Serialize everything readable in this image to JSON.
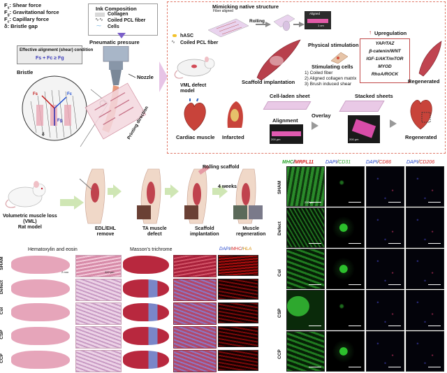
{
  "top_left": {
    "legend": [
      {
        "sym": "F",
        "sub": "s",
        "text": ": Shear force"
      },
      {
        "sym": "F",
        "sub": "g",
        "text": ": Gravitational force"
      },
      {
        "sym": "F",
        "sub": "c",
        "text": ": Capillary force"
      },
      {
        "sym": "δ",
        "sub": "",
        "text": ": Bristle gap"
      }
    ],
    "alignment_box_title": "Effective alignment (shear) condition",
    "alignment_formula": "Fs + Fc ≥ Fg",
    "bristle_label": "Bristle",
    "ink_title": "Ink Composition",
    "ink_items": [
      "Collagen",
      "Coiled PCL fiber",
      "Cells"
    ],
    "pneumatic": "Pneumatic pressure",
    "nozzle": "Nozzle",
    "printing_direction": "Printing direction",
    "zoom_labels": {
      "fs": "Fs",
      "fc": "Fc",
      "fg": "Fg",
      "delta": "δ"
    }
  },
  "top_right": {
    "mimicking": "Mimicking native structure",
    "fiber_aligned": "Fiber aligned",
    "rolling": "Rolling",
    "aligned_photo": "Aligned",
    "scale_1cm": "1 cm",
    "hasc": "hASC",
    "coiled_pcl": "Coiled PCL fiber",
    "vml_model": "VML defect\nmodel",
    "scaffold_implantation": "Scaffold implantation",
    "physical_stimulation": "Physical stimulation",
    "stimulating_cells": "Stimulating cells",
    "stim_list": [
      "1) Coiled fiber",
      "2) Aligned collagen matrix",
      "3) Brush induced shear"
    ],
    "upregulation": "Upregulation",
    "genes": [
      "YAP/TAZ",
      "β-catenin/WNT",
      "IGF-1/AKT/mTOR",
      "MYOD",
      "RhoA/ROCK"
    ],
    "regenerated_top": "Regenerated",
    "cardiac_muscle": "Cardiac muscle",
    "infarcted": "Infarcted",
    "cell_laden": "Cell-laden sheet",
    "alignment": "Alignment",
    "overlay": "Overlay",
    "stacked": "Stacked sheets",
    "scale_200": "200 μm",
    "regenerated_bottom": "Regenerated"
  },
  "mid_left": {
    "vml_title": "Volumetric muscle loss\n(VML)\nRat model",
    "rolling_scaffold": "Rolling scaffold",
    "four_weeks": "4 weeks",
    "steps": [
      "EDL/EHL\nremove",
      "TA muscle\ndefect",
      "Scaffold\nimplantation",
      "Muscle\nregeneration"
    ]
  },
  "fluor_grid": {
    "col_headers": [
      {
        "a": "MHC",
        "sep": "/",
        "b": "MRPL11",
        "colors": [
          "#2aa52a",
          "#d52020"
        ]
      },
      {
        "a": "DAPI",
        "sep": "/",
        "b": "CD31",
        "colors": [
          "#2244cc",
          "#2aa52a"
        ]
      },
      {
        "a": "DAPI",
        "sep": "/",
        "b": "CD86",
        "colors": [
          "#2244cc",
          "#d52020"
        ]
      },
      {
        "a": "DAPI",
        "sep": "/",
        "b": "CD206",
        "colors": [
          "#2244cc",
          "#d52020"
        ]
      }
    ],
    "rows": [
      "SHAM",
      "Defect",
      "Col",
      "CSP",
      "CCP"
    ],
    "scale_200": "200 μm"
  },
  "histology": {
    "col_headers": [
      "Hematoxylin and eosin",
      "Masson's trichrome"
    ],
    "dapi_header": [
      {
        "t": "DAPI",
        "c": "#2244cc"
      },
      {
        "t": "/",
        "c": "#111"
      },
      {
        "t": "MHC",
        "c": "#d52020"
      },
      {
        "t": "/",
        "c": "#111"
      },
      {
        "t": "HLA",
        "c": "#d58a00"
      }
    ],
    "rows": [
      "SHAM",
      "Defect",
      "Col",
      "CSP",
      "CCP"
    ],
    "scale_2mm": "2 mm",
    "scale_200": "200 μm"
  },
  "colors": {
    "he_pink": "#e39bb3",
    "masson_red": "#b8283e",
    "masson_blue": "#7a86c8",
    "fluor_red": "#c01818",
    "dash_red": "#e07a6a"
  }
}
